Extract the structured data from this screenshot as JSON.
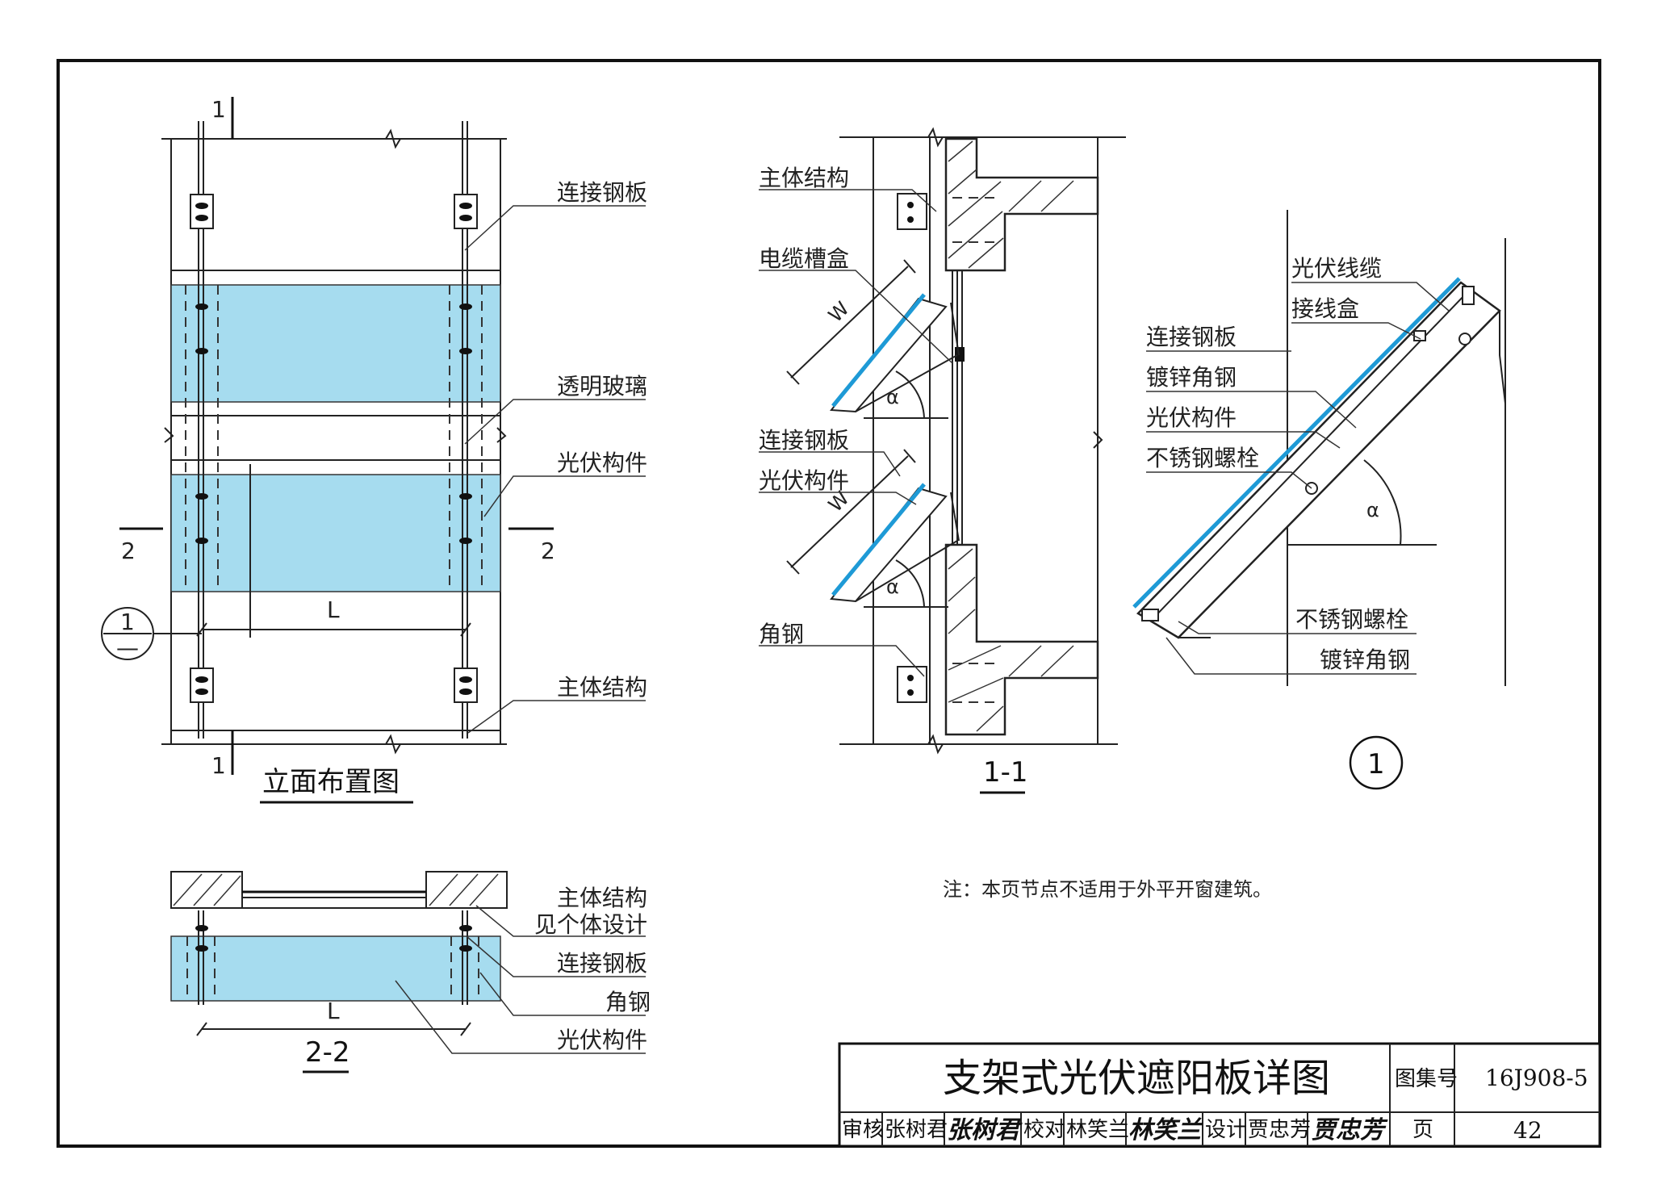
{
  "sheet": {
    "elevation_title": "立面布置图",
    "section_1_title": "1-1",
    "section_2_title": "2-2",
    "detail_number": "1",
    "note": "注：本页节点不适用于外平开窗建筑。",
    "cut_mark_1": "1",
    "cut_mark_2": "2",
    "dim_L": "L",
    "dim_W": "W",
    "angle_symbol": "α",
    "ref_bubble_top": "1",
    "ref_bubble_bottom": "—"
  },
  "labels": {
    "elevation": [
      "连接钢板",
      "透明玻璃",
      "光伏构件",
      "主体结构"
    ],
    "section_1": [
      "主体结构",
      "电缆槽盒",
      "连接钢板",
      "光伏构件",
      "角钢"
    ],
    "detail_1": [
      "光伏线缆",
      "接线盒",
      "连接钢板",
      "镀锌角钢",
      "光伏构件",
      "不锈钢螺栓",
      "不锈钢螺栓",
      "镀锌角钢"
    ],
    "section_2": [
      "主体结构",
      "见个体设计",
      "连接钢板",
      "角钢",
      "光伏构件"
    ]
  },
  "title_block": {
    "title": "支架式光伏遮阳板详图",
    "atlas_label": "图集号",
    "atlas_no": "16J908-5",
    "page_label": "页",
    "page_no": "42",
    "review_label": "审核",
    "review_name": "张树君",
    "review_sign": "张树君",
    "check_label": "校对",
    "check_name": "林笑兰",
    "check_sign": "林笑兰",
    "design_label": "设计",
    "design_name": "贾忠芳",
    "design_sign": "贾忠芳"
  },
  "colors": {
    "glass": "#a6dcef",
    "pv_line": "#1e9ad6"
  }
}
